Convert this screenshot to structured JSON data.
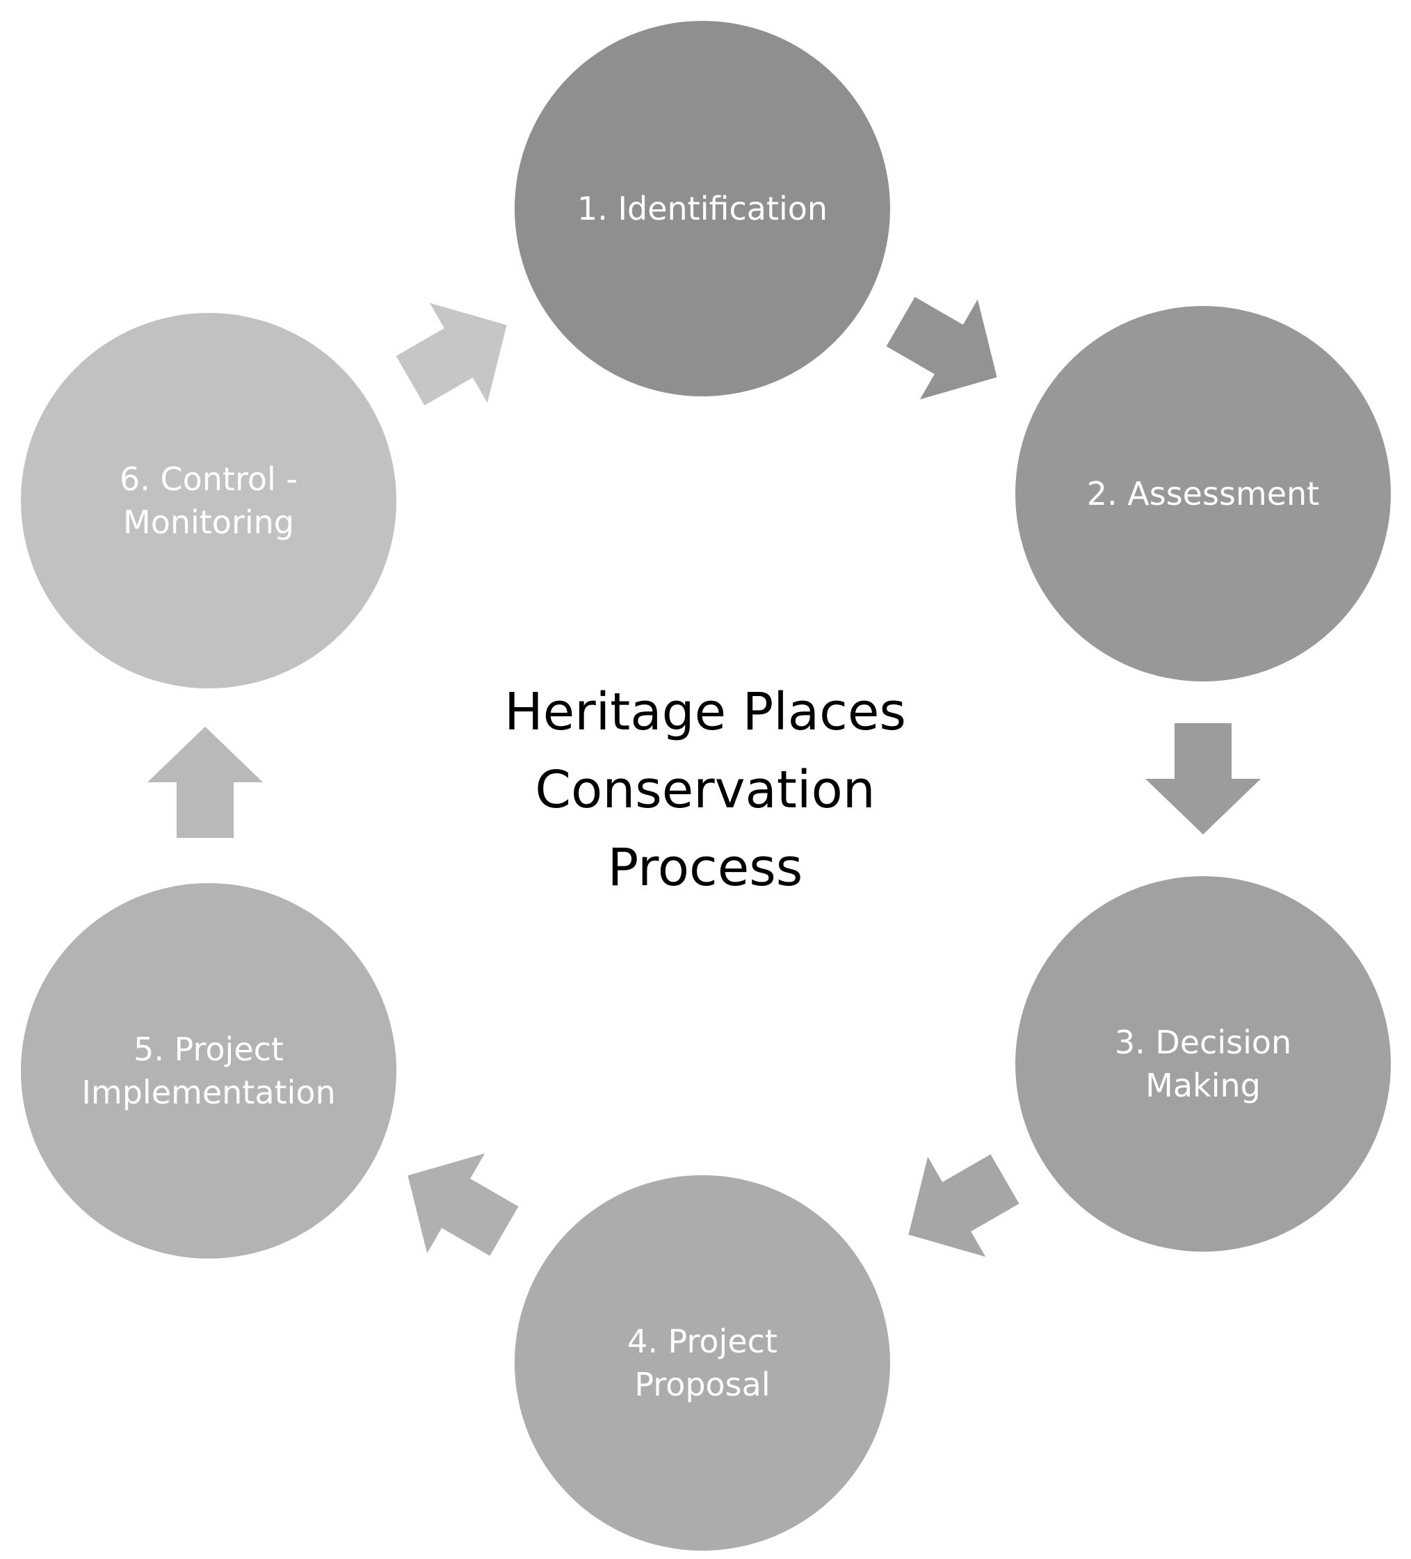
{
  "diagram": {
    "title_lines": [
      "Heritage Places",
      "Conservation",
      "Process"
    ],
    "steps": [
      {
        "lines": [
          "1. Identification"
        ],
        "color": "#8f8f8f"
      },
      {
        "lines": [
          "2. Assessment"
        ],
        "color": "#989898"
      },
      {
        "lines": [
          "3. Decision",
          "Making"
        ],
        "color": "#a1a1a1"
      },
      {
        "lines": [
          "4. Project",
          "Proposal"
        ],
        "color": "#acacac"
      },
      {
        "lines": [
          "5. Project",
          "Implementation"
        ],
        "color": "#b3b3b3"
      },
      {
        "lines": [
          "6. Control -",
          "Monitoring"
        ],
        "color": "#c1c1c1"
      }
    ],
    "arrows": [
      {
        "from": 1,
        "to": 2,
        "color": "#939393"
      },
      {
        "from": 2,
        "to": 3,
        "color": "#9c9c9c"
      },
      {
        "from": 3,
        "to": 4,
        "color": "#a6a6a6"
      },
      {
        "from": 4,
        "to": 5,
        "color": "#b0b0b0"
      },
      {
        "from": 5,
        "to": 6,
        "color": "#b9b9b9"
      },
      {
        "from": 6,
        "to": 1,
        "color": "#c6c6c6"
      }
    ]
  }
}
